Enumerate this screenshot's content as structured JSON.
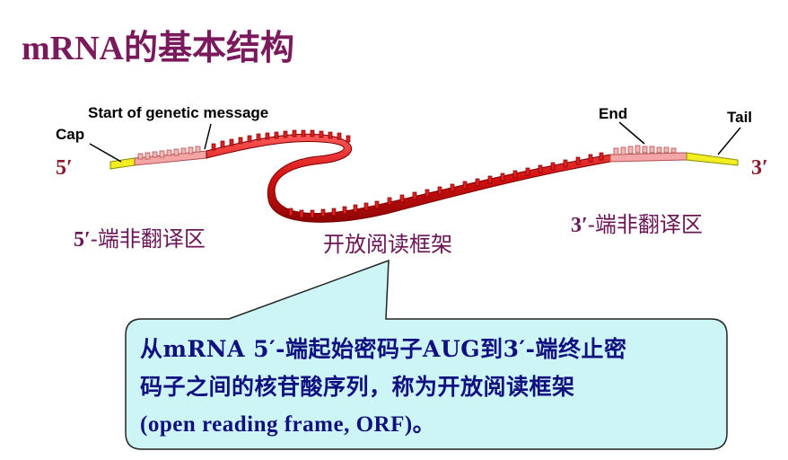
{
  "title": "mRNA的基本结构",
  "diagram": {
    "label_cap": "Cap",
    "label_start": "Start of genetic message",
    "label_end": "End",
    "label_tail": "Tail",
    "five_prime": "5′",
    "three_prime": "3′"
  },
  "regions": {
    "utr5_prime": "5′",
    "utr5_text": "-端非翻译区",
    "orf": "开放阅读框架",
    "utr3_prime": "3′",
    "utr3_text": "-端非翻译区"
  },
  "callout": {
    "line1": "从mRNA 5′-端起始密码子AUG到3′-端终止密",
    "line2": "码子之间的核苷酸序列，称为开放阅读框架",
    "line3": "(open reading frame, ORF)。"
  },
  "colors": {
    "title": "#7a1a5c",
    "region_text": "#6a1555",
    "callout_text": "#101080",
    "callout_fill": "#cdf5f5",
    "mrna_red": "#e01515",
    "utr_pink": "#f4a6a6",
    "cap_yellow": "#f2ee22"
  }
}
